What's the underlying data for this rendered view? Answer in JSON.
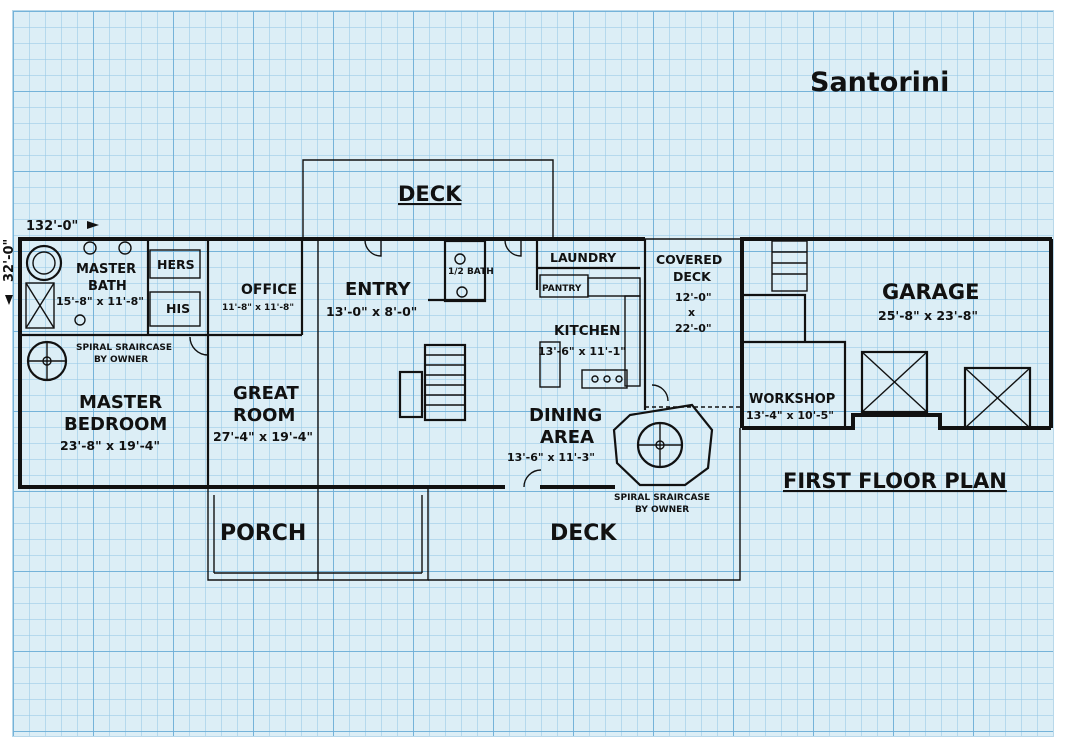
{
  "title": "Santorini",
  "plan_label": "FIRST FLOOR PLAN",
  "overall": {
    "width": "132'-0\"",
    "depth": "32'-0\""
  },
  "rooms": {
    "deck_top": {
      "name": "DECK"
    },
    "master_bath": {
      "name1": "MASTER",
      "name2": "BATH",
      "size": "15'-8\" x 11'-8\""
    },
    "hers": {
      "name": "HERS"
    },
    "his": {
      "name": "HIS"
    },
    "office": {
      "name": "OFFICE",
      "size": "11'-8\" x 11'-8\""
    },
    "entry": {
      "name": "ENTRY",
      "size": "13'-0\" x 8'-0\""
    },
    "half_bath": {
      "name": "1/2 BATH"
    },
    "laundry": {
      "name": "LAUNDRY"
    },
    "pantry": {
      "name": "PANTRY"
    },
    "kitchen": {
      "name": "KITCHEN",
      "size": "13'-6\" x 11'-1\""
    },
    "covered_deck": {
      "name1": "COVERED",
      "name2": "DECK",
      "size1": "12'-0\"",
      "size2": "x",
      "size3": "22'-0\""
    },
    "garage": {
      "name": "GARAGE",
      "size": "25'-8\" x 23'-8\""
    },
    "spiral_left": {
      "line1": "SPIRAL SRAIRCASE",
      "line2": "BY OWNER"
    },
    "master_bedroom": {
      "name1": "MASTER",
      "name2": "BEDROOM",
      "size": "23'-8\" x 19'-4\""
    },
    "great_room": {
      "name1": "GREAT",
      "name2": "ROOM",
      "size": "27'-4\" x 19'-4\""
    },
    "dining": {
      "name1": "DINING",
      "name2": "AREA",
      "size": "13'-6\" x 11'-3\""
    },
    "workshop": {
      "name": "WORKSHOP",
      "size": "13'-4\" x 10'-5\""
    },
    "spiral_right": {
      "line1": "SPIRAL SRAIRCASE",
      "line2": "BY OWNER"
    },
    "porch": {
      "name": "PORCH"
    },
    "deck_bottom": {
      "name": "DECK"
    }
  }
}
